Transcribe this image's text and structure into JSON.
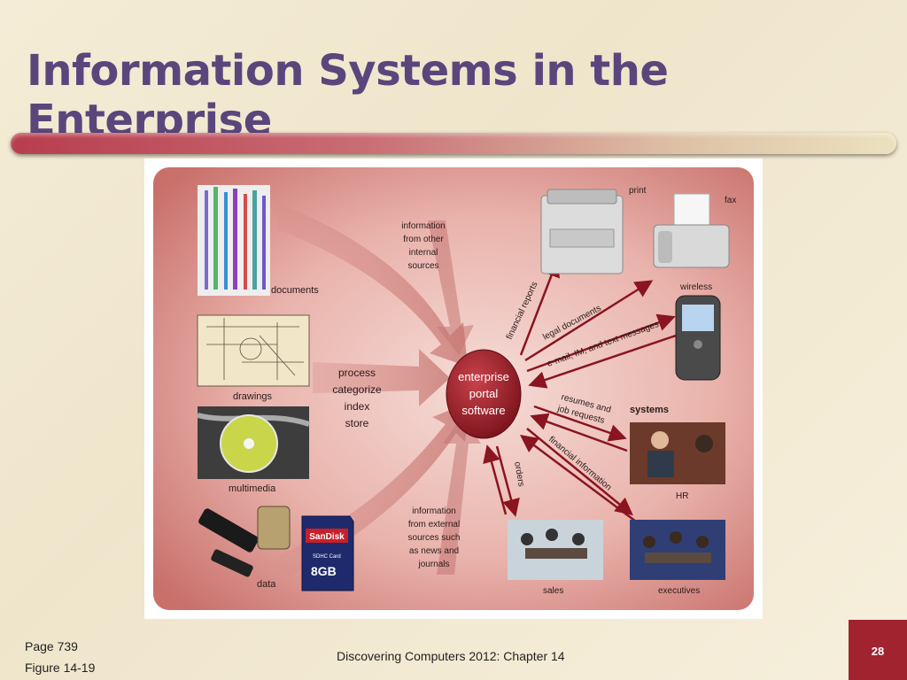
{
  "slide": {
    "title": "Information Systems in the Enterprise",
    "page_ref": "Page 739",
    "figure_ref": "Figure 14-19",
    "footer": "Discovering Computers 2012: Chapter 14",
    "slide_number": "28"
  },
  "figure": {
    "hub": [
      "enterprise",
      "portal",
      "software"
    ],
    "process_steps": [
      "process",
      "categorize",
      "index",
      "store"
    ],
    "inputs": {
      "documents": "documents",
      "drawings": "drawings",
      "multimedia": "multimedia",
      "data": "data"
    },
    "info_internal": [
      "information",
      "from other",
      "internal",
      "sources"
    ],
    "info_external": [
      "information",
      "from external",
      "sources such",
      "as news and",
      "journals"
    ],
    "outputs": {
      "print": "print",
      "fax": "fax",
      "wireless": "wireless",
      "systems": "systems",
      "hr": "HR",
      "sales": "sales",
      "executives": "executives"
    },
    "flows": {
      "financial_reports": "financial reports",
      "legal_documents": "legal documents",
      "messages": "e-mail, IM, and text messages",
      "resumes": [
        "resumes and",
        "job requests"
      ],
      "financial_information": "financial information",
      "orders": "orders"
    },
    "devices": {
      "sandisk_brand": "SanDisk",
      "sd_label": "SDHC Card",
      "sd_capacity": "8GB"
    }
  }
}
